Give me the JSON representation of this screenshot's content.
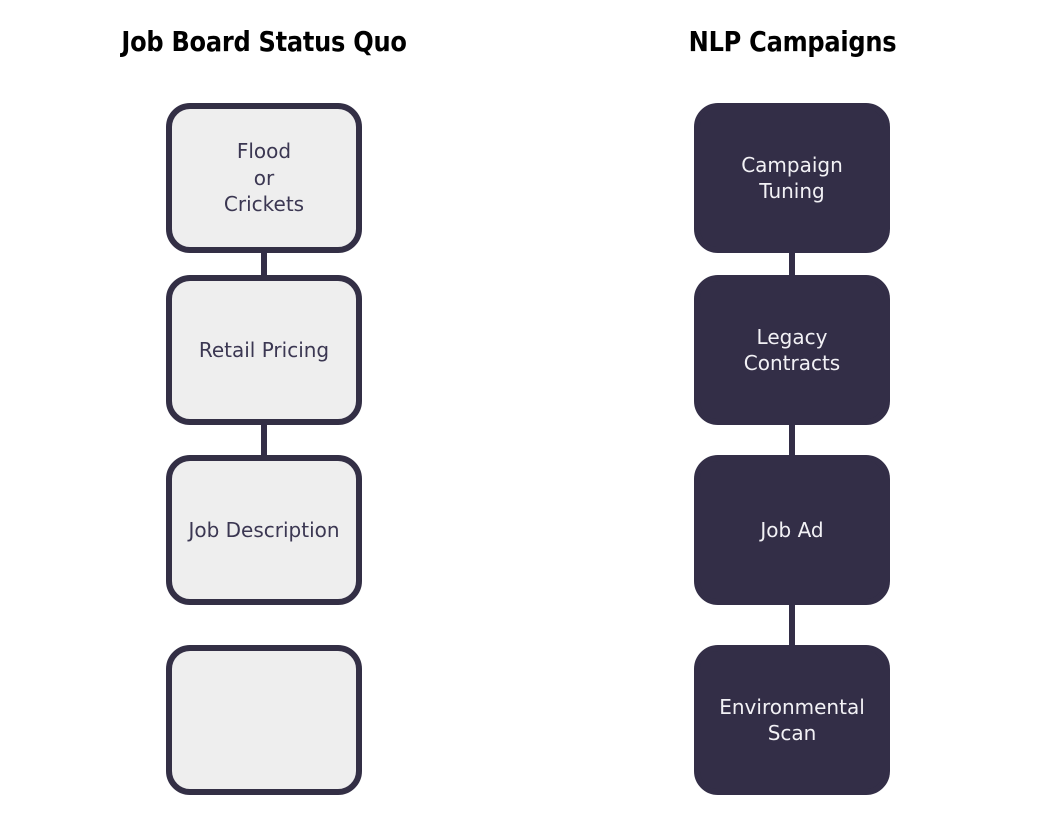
{
  "diagram": {
    "type": "two-column-flow",
    "background_color": "#ffffff",
    "columns": [
      {
        "id": "left",
        "title": "Job Board Status Quo",
        "title_color": "#000000",
        "style": "light",
        "fill_color": "#eeeeee",
        "border_color": "#332f45",
        "text_color": "#3b3752",
        "nodes": [
          {
            "id": "flood-or-crickets",
            "label": "Flood\nor\nCrickets",
            "connector_below": true
          },
          {
            "id": "retail-pricing",
            "label": "Retail Pricing",
            "connector_below": true
          },
          {
            "id": "job-description",
            "label": "Job Description",
            "connector_below": false
          },
          {
            "id": "empty-node",
            "label": "",
            "connector_below": false
          }
        ]
      },
      {
        "id": "right",
        "title": "NLP Campaigns",
        "title_color": "#000000",
        "style": "dark",
        "fill_color": "#332e47",
        "border_color": "#332e47",
        "text_color": "#f2f1f5",
        "nodes": [
          {
            "id": "campaign-tuning",
            "label": "Campaign\nTuning",
            "connector_below": true
          },
          {
            "id": "legacy-contracts",
            "label": "Legacy\nContracts",
            "connector_below": true
          },
          {
            "id": "job-ad",
            "label": "Job Ad",
            "connector_below": true
          },
          {
            "id": "environmental-scan",
            "label": "Environmental\nScan",
            "connector_below": false
          }
        ]
      }
    ]
  }
}
